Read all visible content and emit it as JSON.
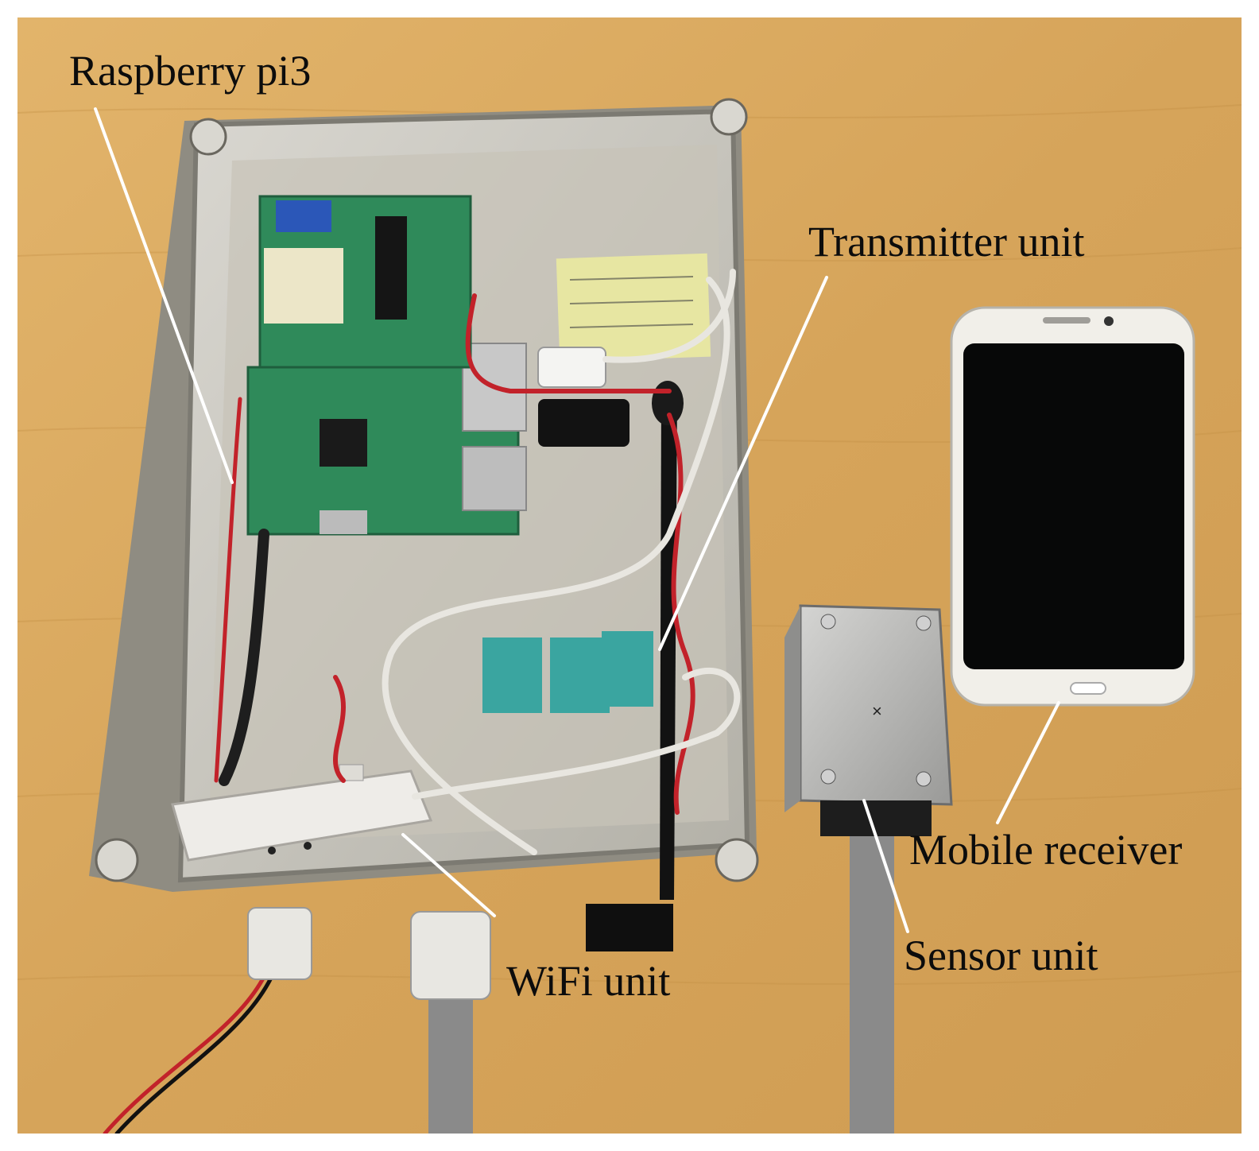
{
  "labels": {
    "raspberry_pi": "Raspberry pi3",
    "transmitter": "Transmitter unit",
    "mobile_receiver": "Mobile receiver",
    "sensor_unit": "Sensor unit",
    "wifi_unit": "WiFi unit"
  },
  "colors": {
    "desk": "#d8a85e",
    "pcb": "#2f8a5a",
    "enclosure": "#c9c6bc",
    "phone_body": "#f1efe9",
    "phone_screen": "#070808",
    "sensor_metal": "#b8b8b8",
    "cable_grey": "#8a8a8a",
    "wire_red": "#c2222a",
    "leader_line": "#ffffff"
  }
}
